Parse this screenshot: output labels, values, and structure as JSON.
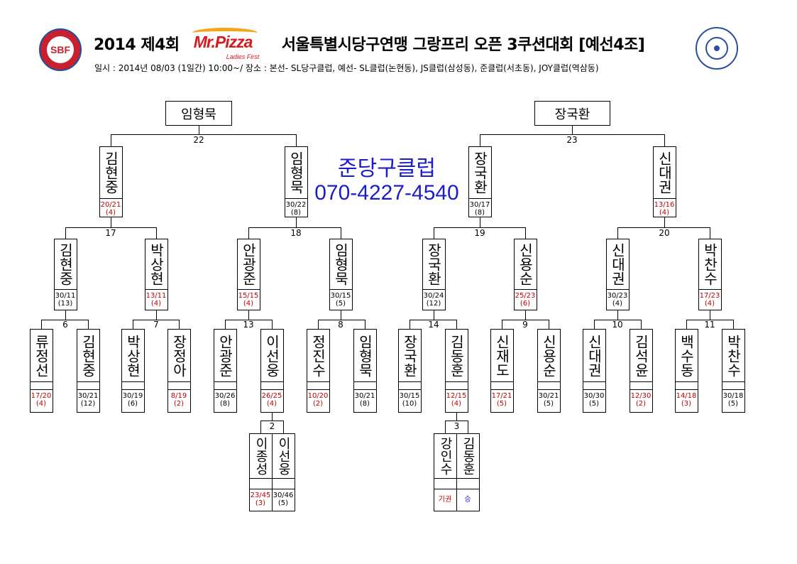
{
  "header": {
    "title_prefix": "2014 제4회",
    "title_main": "서울특별시당구연맹 그랑프리 오픈 3쿠션대회 [예선4조]",
    "sponsor_brand": "Mr.Pizza",
    "sponsor_tagline": "Ladies First",
    "left_logo_text": "SBF",
    "subtitle": "일시 : 2014년 08/03 (1일간) 10:00~/ 장소 : 본선- SL당구클럽, 예선- SL클럽(논현동), JS클럽(삼성동), 준클럽(서초동), JOY클럽(역삼동)"
  },
  "watermark": {
    "club": "준당구클럽",
    "phone": "070-4227-4540"
  },
  "colors": {
    "loser": "#c00000",
    "winner": "#000000",
    "win_text": "#1c1ccf",
    "watermark": "#1c1ccf"
  },
  "finals": [
    {
      "name": "임형묵"
    },
    {
      "name": "장국환"
    }
  ],
  "round1": {
    "matches": [
      "22",
      "23"
    ],
    "players": [
      {
        "name": "김현중",
        "score": "20/21",
        "seed": "(4)",
        "lost": true
      },
      {
        "name": "임형묵",
        "score": "30/22",
        "seed": "(8)",
        "lost": false
      },
      {
        "name": "장국환",
        "score": "30/17",
        "seed": "(8)",
        "lost": false
      },
      {
        "name": "신대권",
        "score": "13/16",
        "seed": "(4)",
        "lost": true
      }
    ]
  },
  "round2": {
    "matches": [
      "17",
      "18",
      "19",
      "20"
    ],
    "players": [
      {
        "name": "김현중",
        "score": "30/11",
        "seed": "(13)",
        "lost": false
      },
      {
        "name": "박상현",
        "score": "13/11",
        "seed": "(4)",
        "lost": true
      },
      {
        "name": "안광준",
        "score": "15/15",
        "seed": "(4)",
        "lost": true
      },
      {
        "name": "임형묵",
        "score": "30/15",
        "seed": "(5)",
        "lost": false
      },
      {
        "name": "장국환",
        "score": "30/24",
        "seed": "(12)",
        "lost": false
      },
      {
        "name": "신용순",
        "score": "25/23",
        "seed": "(6)",
        "lost": true
      },
      {
        "name": "신대권",
        "score": "30/23",
        "seed": "(4)",
        "lost": false
      },
      {
        "name": "박찬수",
        "score": "17/23",
        "seed": "(4)",
        "lost": true
      }
    ]
  },
  "round3": {
    "matches": [
      "6",
      "7",
      "13",
      "8",
      "14",
      "9",
      "10",
      "11"
    ],
    "players": [
      {
        "name": "류정선",
        "score": "17/20",
        "seed": "(4)",
        "lost": true
      },
      {
        "name": "김현중",
        "score": "30/21",
        "seed": "(12)",
        "lost": false
      },
      {
        "name": "박상현",
        "score": "30/19",
        "seed": "(6)",
        "lost": false
      },
      {
        "name": "장정아",
        "score": "8/19",
        "seed": "(2)",
        "lost": true
      },
      {
        "name": "안광준",
        "score": "30/26",
        "seed": "(8)",
        "lost": false
      },
      {
        "name": "이선웅",
        "score": "26/25",
        "seed": "(4)",
        "lost": true
      },
      {
        "name": "정진수",
        "score": "10/20",
        "seed": "(2)",
        "lost": true
      },
      {
        "name": "임형묵",
        "score": "30/21",
        "seed": "(8)",
        "lost": false
      },
      {
        "name": "장국환",
        "score": "30/15",
        "seed": "(10)",
        "lost": false
      },
      {
        "name": "김동훈",
        "score": "12/15",
        "seed": "(4)",
        "lost": true
      },
      {
        "name": "신재도",
        "score": "17/21",
        "seed": "(5)",
        "lost": true
      },
      {
        "name": "신용순",
        "score": "30/21",
        "seed": "(5)",
        "lost": false
      },
      {
        "name": "신대권",
        "score": "30/30",
        "seed": "(5)",
        "lost": false
      },
      {
        "name": "김석윤",
        "score": "12/30",
        "seed": "(2)",
        "lost": true
      },
      {
        "name": "백수동",
        "score": "14/18",
        "seed": "(3)",
        "lost": true
      },
      {
        "name": "박찬수",
        "score": "30/18",
        "seed": "(5)",
        "lost": false
      }
    ]
  },
  "round4": {
    "matches": [
      "2",
      "3"
    ],
    "players": [
      {
        "name": "이종성",
        "score": "23/45",
        "seed": "(3)",
        "lost": true
      },
      {
        "name": "이선웅",
        "score": "30/46",
        "seed": "(5)",
        "lost": false
      },
      {
        "name": "강인수",
        "score": "기권",
        "seed": "",
        "lost": true
      },
      {
        "name": "김동훈",
        "score": "승",
        "seed": "",
        "lost": false,
        "win_mark": true
      }
    ]
  }
}
